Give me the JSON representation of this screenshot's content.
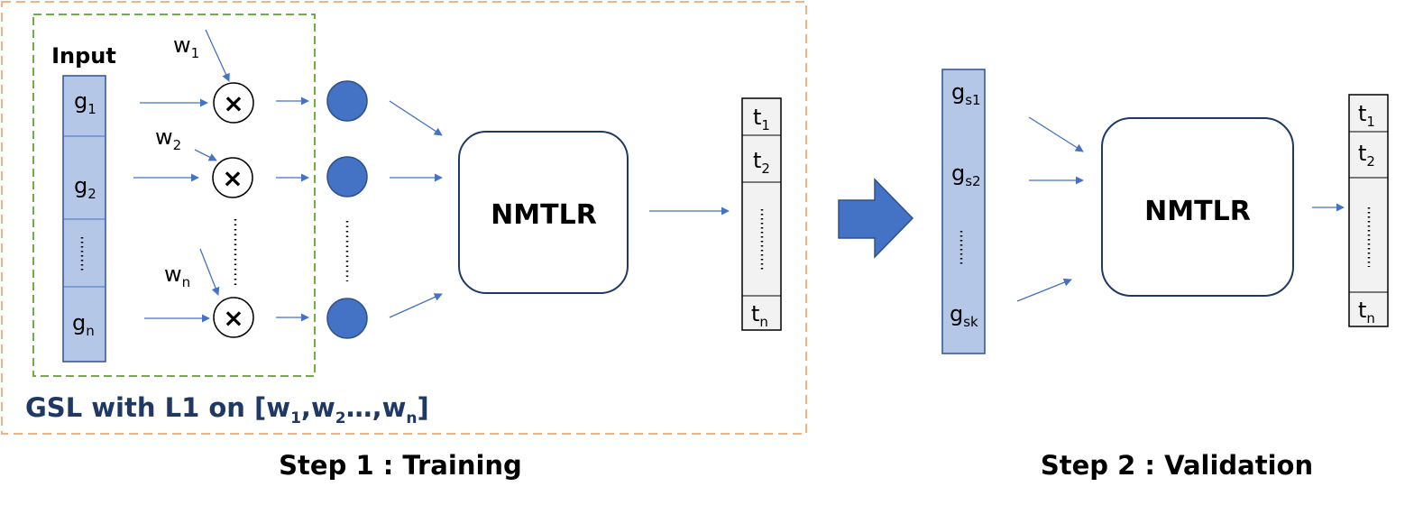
{
  "step1": {
    "input_label": "Input",
    "inputs": [
      {
        "base": "g",
        "sub": "1"
      },
      {
        "base": "g",
        "sub": "2"
      },
      {
        "base": "g",
        "sub": "n"
      }
    ],
    "weights": [
      {
        "base": "w",
        "sub": "1"
      },
      {
        "base": "w",
        "sub": "2"
      },
      {
        "base": "w",
        "sub": "n"
      }
    ],
    "multiply_symbol": "×",
    "model_label": "NMTLR",
    "outputs": [
      {
        "base": "t",
        "sub": "1"
      },
      {
        "base": "t",
        "sub": "2"
      },
      {
        "base": "t",
        "sub": "n"
      }
    ],
    "gsl_caption": {
      "prefix": "GSL with L1 on [",
      "w1": "w",
      "w1_sub": "1",
      "w2": ",w",
      "w2_sub": "2",
      "dots": "…,",
      "wn": "w",
      "wn_sub": "n",
      "suffix": "]"
    },
    "step_caption": "Step 1 : Training"
  },
  "step2": {
    "inputs": [
      {
        "base": "g",
        "sub": "s1"
      },
      {
        "base": "g",
        "sub": "s2"
      },
      {
        "base": "g",
        "sub": "sk"
      }
    ],
    "model_label": "NMTLR",
    "outputs": [
      {
        "base": "t",
        "sub": "1"
      },
      {
        "base": "t",
        "sub": "2"
      },
      {
        "base": "t",
        "sub": "n"
      }
    ],
    "step_caption": "Step 2 : Validation"
  },
  "colors": {
    "arrow": "#4472c4",
    "node_fill": "#4472c4",
    "node_stroke": "#2f528f",
    "input_fill": "#b4c7e7",
    "output_fill": "#f2f2f2",
    "dashed_orange": "#f4b183",
    "dashed_green": "#70ad47",
    "caption_navy": "#1f3864",
    "big_arrow": "#4472c4"
  }
}
